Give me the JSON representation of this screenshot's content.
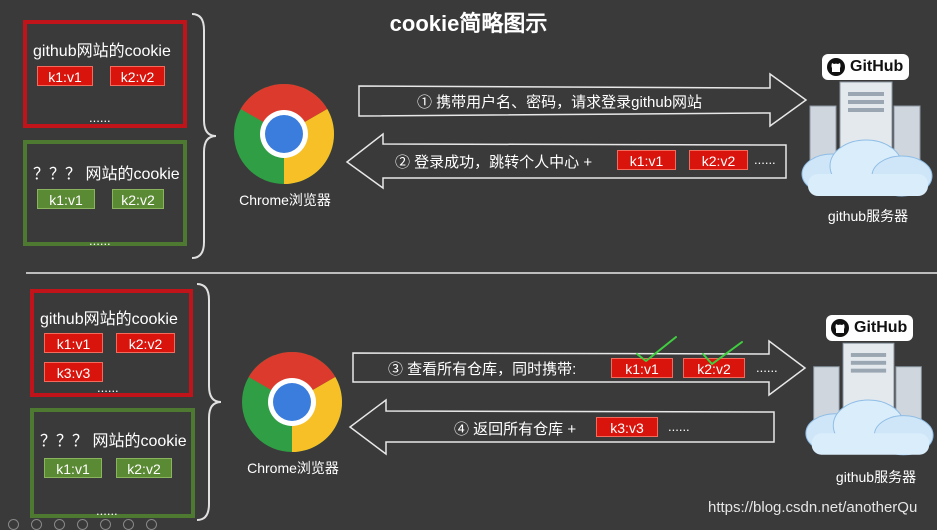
{
  "title": "cookie简略图示",
  "browser_label": "Chrome浏览器",
  "server_label": "github服务器",
  "github_badge": "GitHub",
  "watermark": "https://blog.csdn.net/anotherQu",
  "top": {
    "github_box": {
      "label": "github网站的cookie",
      "cookies": [
        "k1:v1",
        "k2:v2"
      ],
      "more": "......"
    },
    "other_box": {
      "label": "？？？ 网站的cookie",
      "cookies": [
        "k1:v1",
        "k2:v2"
      ],
      "more": "......"
    },
    "request": {
      "text": "① 携带用户名、密码，请求登录github网站"
    },
    "response": {
      "text": "② 登录成功，跳转个人中心 +",
      "cookies": [
        "k1:v1",
        "k2:v2"
      ],
      "more": "......"
    }
  },
  "bottom": {
    "github_box": {
      "label": "github网站的cookie",
      "cookies": [
        "k1:v1",
        "k2:v2",
        "k3:v3"
      ],
      "more": "......"
    },
    "other_box": {
      "label": "？？？ 网站的cookie",
      "cookies": [
        "k1:v1",
        "k2:v2"
      ],
      "more": "......"
    },
    "request": {
      "text": "③ 查看所有仓库，同时携带:",
      "cookies": [
        "k1:v1",
        "k2:v2"
      ],
      "more": "......"
    },
    "response": {
      "text": "④ 返回所有仓库 +",
      "cookies": [
        "k3:v3"
      ],
      "more": "......"
    }
  },
  "colors": {
    "red": "#d8140c",
    "green": "#5b8a35",
    "red_border": "#c0141a",
    "green_border": "#4d7a30",
    "check": "#3fcf3f"
  }
}
